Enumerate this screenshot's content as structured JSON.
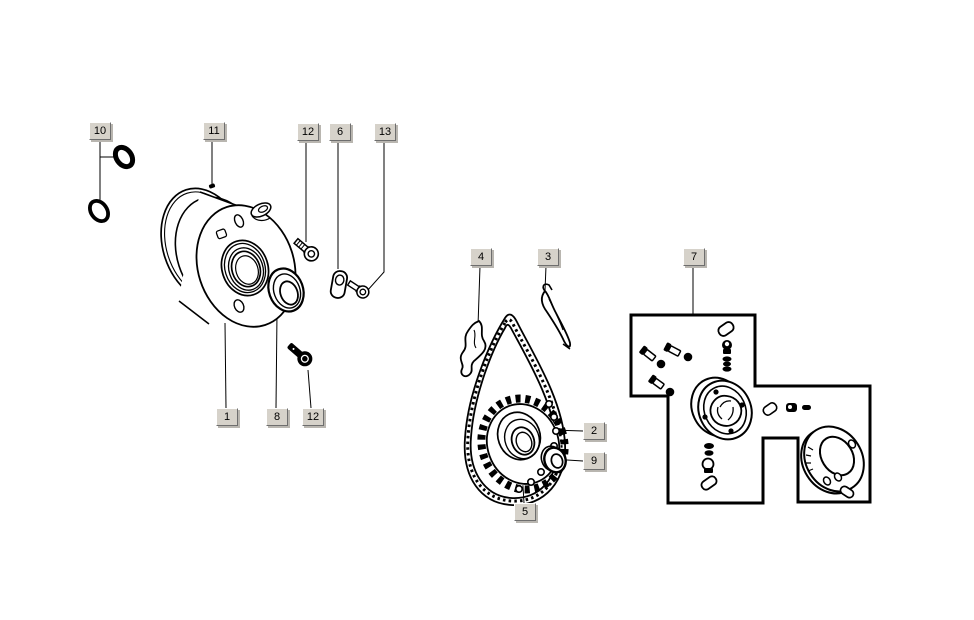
{
  "diagram": {
    "type": "exploded-parts-diagram",
    "background_color": "#ffffff",
    "line_color": "#000000",
    "callout_style": {
      "face_color": "#d6d2ca",
      "highlight_color": "#ffffff",
      "shadow_color": "#6e6e6e",
      "text_color": "#000000"
    },
    "callouts": {
      "n10": {
        "label": "10"
      },
      "n11": {
        "label": "11"
      },
      "n12a": {
        "label": "12"
      },
      "n6": {
        "label": "6"
      },
      "n13": {
        "label": "13"
      },
      "n1": {
        "label": "1"
      },
      "n8": {
        "label": "8"
      },
      "n12b": {
        "label": "12"
      },
      "n4": {
        "label": "4"
      },
      "n3": {
        "label": "3"
      },
      "n2": {
        "label": "2"
      },
      "n9": {
        "label": "9"
      },
      "n5": {
        "label": "5"
      },
      "n7": {
        "label": "7"
      }
    }
  }
}
